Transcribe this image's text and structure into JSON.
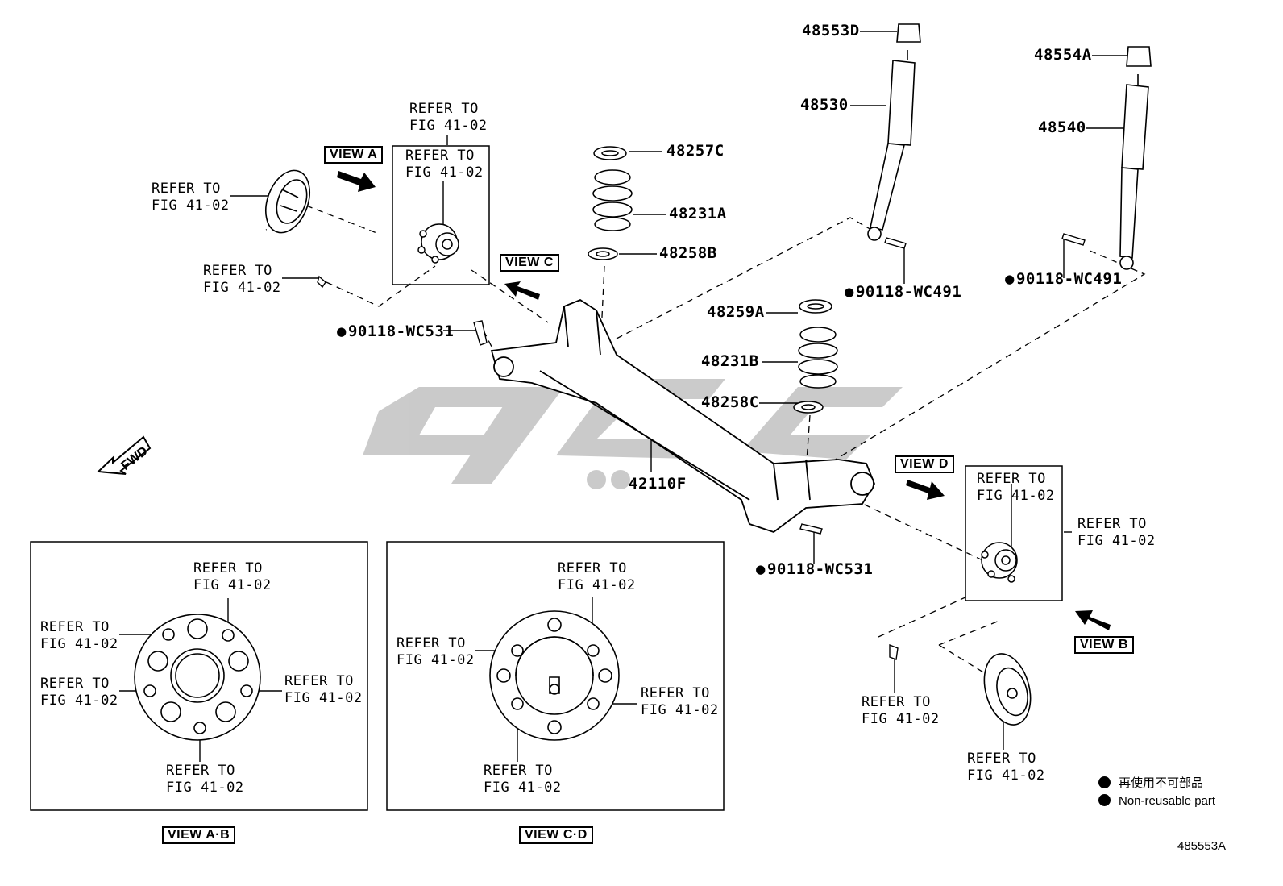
{
  "refer_text": "REFER TO\nFIG 41-02",
  "parts": {
    "p48553D": "48553D",
    "p48530": "48530",
    "p48554A": "48554A",
    "p48540": "48540",
    "p48257C": "48257C",
    "p48231A": "48231A",
    "p48258B": "48258B",
    "p48259A": "48259A",
    "p48231B": "48231B",
    "p48258C": "48258C",
    "p42110F": "42110F",
    "p90118_WC531": "90118-WC531",
    "p90118_WC491": "90118-WC491"
  },
  "views": {
    "view_a": "VIEW A",
    "view_b": "VIEW B",
    "view_c": "VIEW C",
    "view_d": "VIEW D",
    "view_ab": "VIEW A·B",
    "view_cd": "VIEW C·D"
  },
  "fwd_label": "FWD",
  "legend": {
    "jp": "再使用不可部品",
    "en": "Non-reusable part"
  },
  "diagram_code": "485553A"
}
